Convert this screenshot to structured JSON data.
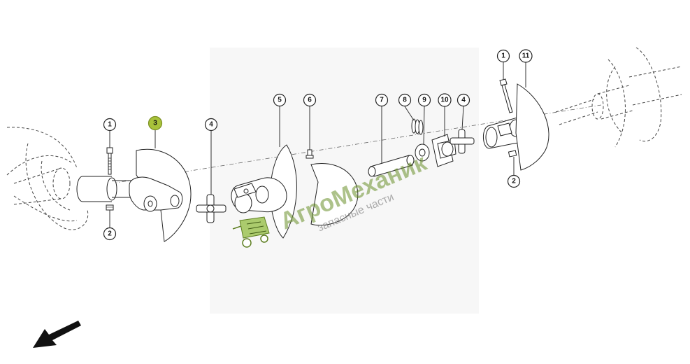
{
  "diagram": {
    "callouts": [
      {
        "id": "c1a",
        "label": "1"
      },
      {
        "id": "c2a",
        "label": "2"
      },
      {
        "id": "c3",
        "label": "3",
        "highlighted": true
      },
      {
        "id": "c4a",
        "label": "4"
      },
      {
        "id": "c5",
        "label": "5"
      },
      {
        "id": "c6",
        "label": "6"
      },
      {
        "id": "c7",
        "label": "7"
      },
      {
        "id": "c8",
        "label": "8"
      },
      {
        "id": "c9",
        "label": "9"
      },
      {
        "id": "c10",
        "label": "10"
      },
      {
        "id": "c4b",
        "label": "4"
      },
      {
        "id": "c1b",
        "label": "1"
      },
      {
        "id": "c11",
        "label": "11"
      },
      {
        "id": "c2b",
        "label": "2"
      }
    ],
    "highlight_color": "#a8c23a",
    "direction_arrow": "arrow-down-left-icon"
  },
  "watermark": {
    "title": "АгроМеханик",
    "subtitle": "запасные части",
    "color": "#6a8f2a",
    "logo": "seeder-cart-logo"
  }
}
